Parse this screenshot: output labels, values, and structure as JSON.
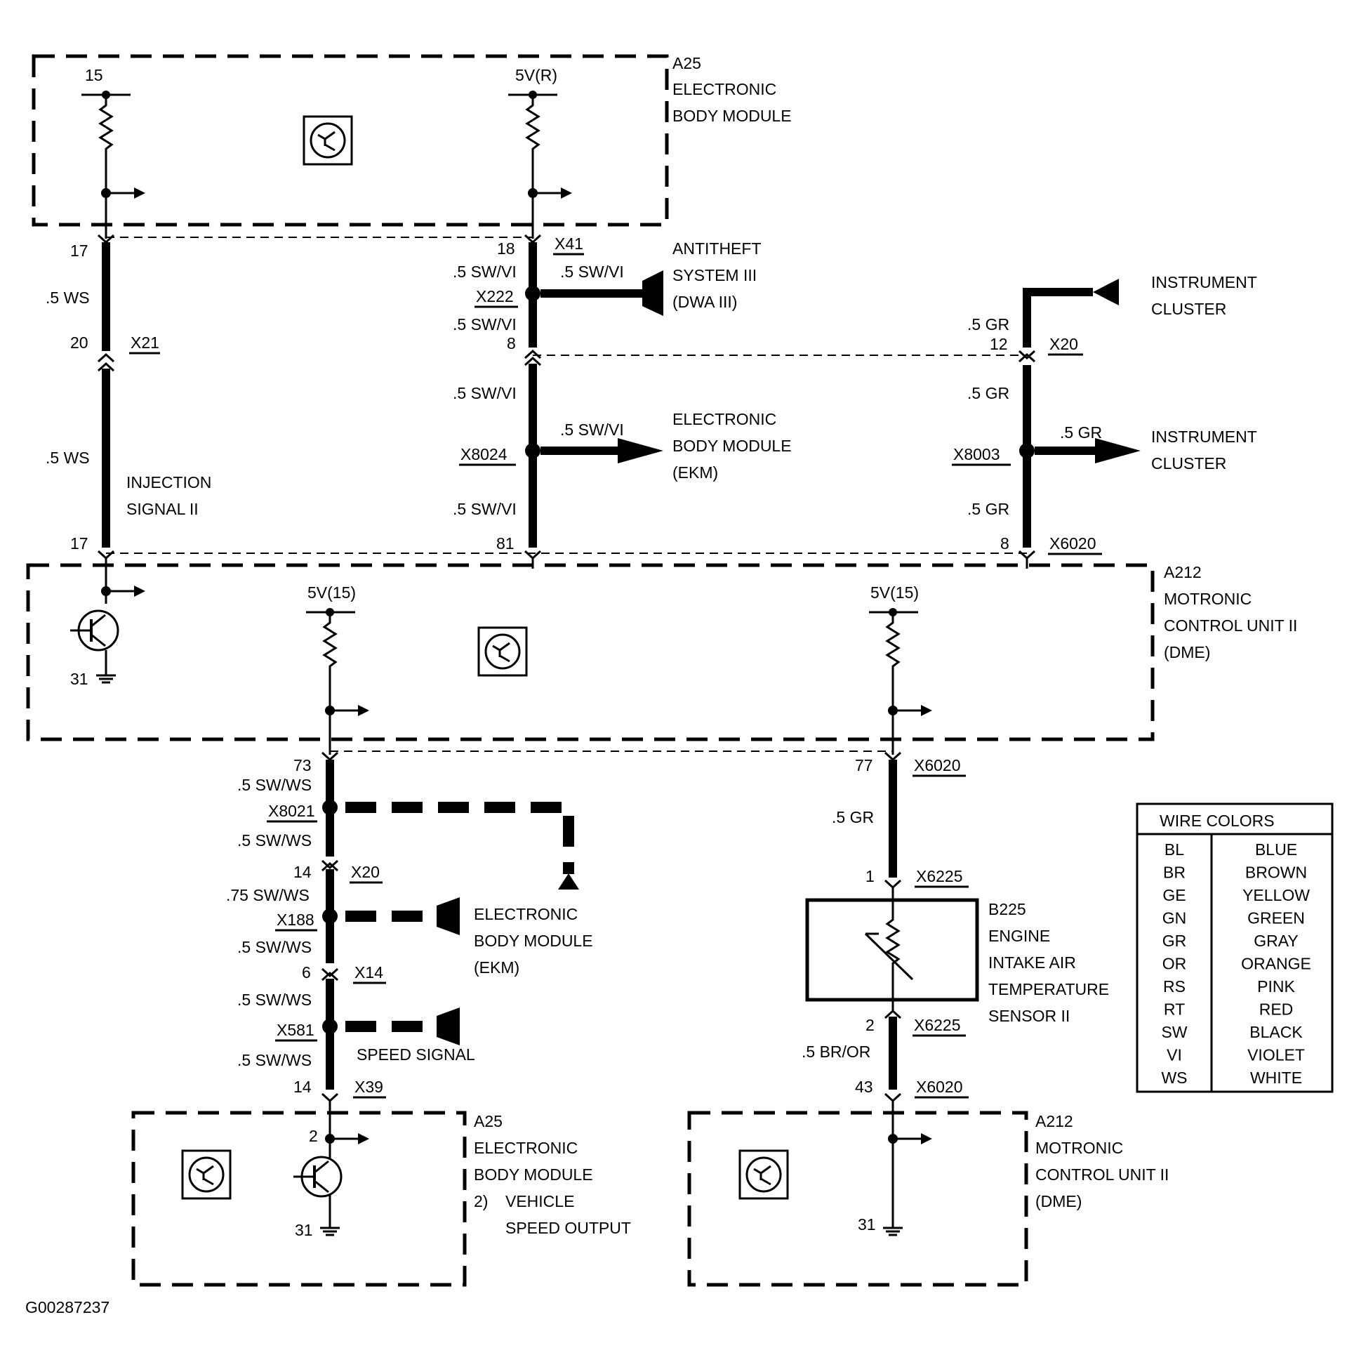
{
  "a25_top": {
    "id": "A25",
    "line1": "ELECTRONIC",
    "line2": "BODY MODULE",
    "pin_15": "15",
    "pin_5vr": "5V(R)"
  },
  "conn_top": {
    "x41": "X41",
    "x21": "X21",
    "x222": "X222",
    "pin17a": "17",
    "pin20": "20",
    "pin17b": "17",
    "pin18": "18",
    "pin8": "8",
    "pin81": "81",
    "pin12": "12",
    "pin8b": "8"
  },
  "wires": {
    "ws1": ".5 WS",
    "ws2": ".5 WS",
    "swvi1": ".5 SW/VI",
    "swvi_branch": ".5 SW/VI",
    "swvi2": ".5 SW/VI",
    "swvi3": ".5 SW/VI",
    "swvi_branch2": ".5 SW/VI",
    "swvi4": ".5 SW/VI",
    "gr1": ".5 GR",
    "gr2": ".5 GR",
    "gr_branch": ".5 GR",
    "gr3": ".5 GR",
    "gr4": ".5 GR",
    "swws1": ".5 SW/WS",
    "swws2": ".5 SW/WS",
    "swws3": ".75 SW/WS",
    "swws4": ".5 SW/WS",
    "swws5": ".5 SW/WS",
    "swws6": ".5 SW/WS",
    "bror": ".5 BR/OR"
  },
  "antitheft": {
    "line1": "ANTITHEFT",
    "line2": "SYSTEM III",
    "line3": "(DWA III)"
  },
  "instrument_top": {
    "line1": "INSTRUMENT",
    "line2": "CLUSTER"
  },
  "x20_top": "X20",
  "ekm_mid": {
    "line1": "ELECTRONIC",
    "line2": "BODY MODULE",
    "line3": "(EKM)"
  },
  "x8024": "X8024",
  "x8003": "X8003",
  "instrument_mid": {
    "line1": "INSTRUMENT",
    "line2": "CLUSTER"
  },
  "injection": {
    "line1": "INJECTION",
    "line2": "SIGNAL II"
  },
  "x6020_top": "X6020",
  "a212_mid": {
    "id": "A212",
    "line1": "MOTRONIC",
    "line2": "CONTROL UNIT II",
    "line3": "(DME)",
    "v1": "5V(15)",
    "v2": "5V(15)",
    "ground": "31"
  },
  "lower_left": {
    "pin73": "73",
    "x8021": "X8021",
    "pin14": "14",
    "x20": "X20",
    "x188": "X188",
    "pin6": "6",
    "x14": "X14",
    "x581": "X581",
    "pin14b": "14",
    "x39": "X39"
  },
  "ekm_low": {
    "line1": "ELECTRONIC",
    "line2": "BODY MODULE",
    "line3": "(EKM)"
  },
  "speed_signal": "SPEED SIGNAL",
  "a25_bottom": {
    "id": "A25",
    "line1": "ELECTRONIC",
    "line2": "BODY MODULE",
    "line3_num": "2)",
    "line3": "VEHICLE",
    "line4": "SPEED OUTPUT",
    "pin2": "2",
    "ground": "31"
  },
  "lower_right": {
    "pin77": "77",
    "x6020": "X6020",
    "pin1": "1",
    "x6225": "X6225",
    "pin2": "2",
    "x6225b": "X6225",
    "pin43": "43",
    "x6020b": "X6020"
  },
  "b225": {
    "id": "B225",
    "line1": "ENGINE",
    "line2": "INTAKE AIR",
    "line3": "TEMPERATURE",
    "line4": "SENSOR II"
  },
  "a212_bottom": {
    "id": "A212",
    "line1": "MOTRONIC",
    "line2": "CONTROL UNIT II",
    "line3": "(DME)",
    "ground": "31"
  },
  "legend": {
    "title": "WIRE COLORS",
    "rows": [
      {
        "code": "BL",
        "color": "BLUE"
      },
      {
        "code": "BR",
        "color": "BROWN"
      },
      {
        "code": "GE",
        "color": "YELLOW"
      },
      {
        "code": "GN",
        "color": "GREEN"
      },
      {
        "code": "GR",
        "color": "GRAY"
      },
      {
        "code": "OR",
        "color": "ORANGE"
      },
      {
        "code": "RS",
        "color": "PINK"
      },
      {
        "code": "RT",
        "color": "RED"
      },
      {
        "code": "SW",
        "color": "BLACK"
      },
      {
        "code": "VI",
        "color": "VIOLET"
      },
      {
        "code": "WS",
        "color": "WHITE"
      }
    ]
  },
  "figure_id": "G00287237"
}
